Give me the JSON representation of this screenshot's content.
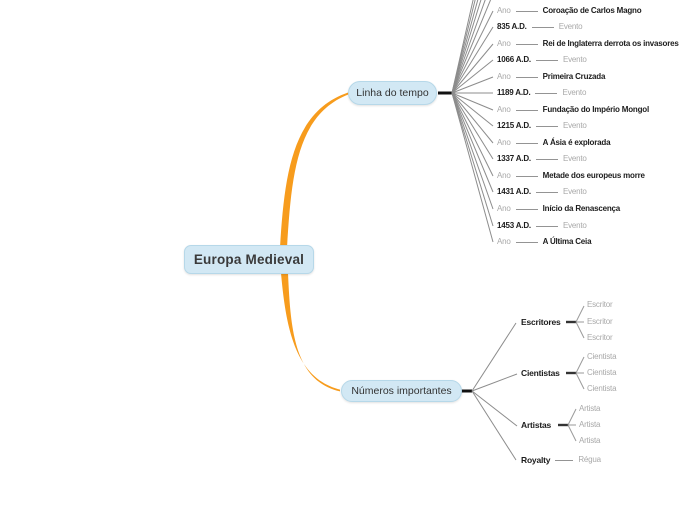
{
  "colors": {
    "branch_curve_orange": "#f79c1d",
    "node_fill": "#d2e8f4",
    "node_border": "#b6d8e9",
    "connector_gray": "#8c8c8c",
    "stub_black": "#111111",
    "text_dark": "#1c1c1c",
    "text_gray": "#a9a9a9"
  },
  "central_topic": {
    "label": "Europa Medieval"
  },
  "timeline_branch": {
    "label": "Linha do tempo",
    "rows": [
      {
        "left": "Ano",
        "right": "Coroação de Carlos Magno"
      },
      {
        "left": "835 A.D.",
        "right": "Evento"
      },
      {
        "left": "Ano",
        "right": "Rei de Inglaterra derrota os invasores"
      },
      {
        "left": "1066 A.D.",
        "right": "Evento"
      },
      {
        "left": "Ano",
        "right": "Primeira Cruzada"
      },
      {
        "left": "1189 A.D.",
        "right": "Evento"
      },
      {
        "left": "Ano",
        "right": "Fundação do Império Mongol"
      },
      {
        "left": "1215 A.D.",
        "right": "Evento"
      },
      {
        "left": "Ano",
        "right": "A Ásia é explorada"
      },
      {
        "left": "1337 A.D.",
        "right": "Evento"
      },
      {
        "left": "Ano",
        "right": "Metade dos europeus morre"
      },
      {
        "left": "1431 A.D.",
        "right": "Evento"
      },
      {
        "left": "Ano",
        "right": "Início da Renascença"
      },
      {
        "left": "1453 A.D.",
        "right": "Evento"
      },
      {
        "left": "Ano",
        "right": "A Última Ceia"
      }
    ]
  },
  "numbers_branch": {
    "label": "Números importantes",
    "categories": [
      {
        "label": "Escritores",
        "children": [
          "Escritor",
          "Escritor",
          "Escritor"
        ]
      },
      {
        "label": "Cientistas",
        "children": [
          "Cientista",
          "Cientista",
          "Cientista"
        ]
      },
      {
        "label": "Artistas",
        "children": [
          "Artista",
          "Artista",
          "Artista"
        ]
      },
      {
        "label": "Royalty",
        "children": [
          "Régua"
        ]
      }
    ]
  }
}
